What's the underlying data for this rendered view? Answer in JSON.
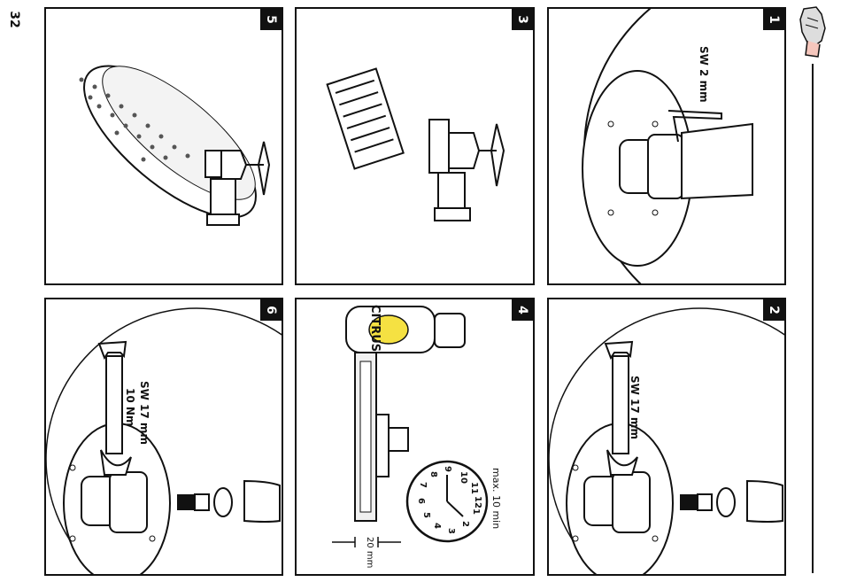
{
  "page": {
    "number": "32"
  },
  "steps": [
    {
      "id": "1",
      "label": "SW 2 mm"
    },
    {
      "id": "2",
      "label": "SW 17 mm"
    },
    {
      "id": "3"
    },
    {
      "id": "4",
      "product": "CITRUS",
      "time": "max. 10 min",
      "measure": "20 mm",
      "clock_numbers": [
        "12",
        "1",
        "2",
        "3",
        "4",
        "5",
        "6",
        "7",
        "8",
        "9",
        "10",
        "11"
      ]
    },
    {
      "id": "5"
    },
    {
      "id": "6",
      "label": "SW 17 mm",
      "torque": "10 Nm"
    }
  ],
  "icons": {
    "header": "gloved-hand-icon"
  }
}
